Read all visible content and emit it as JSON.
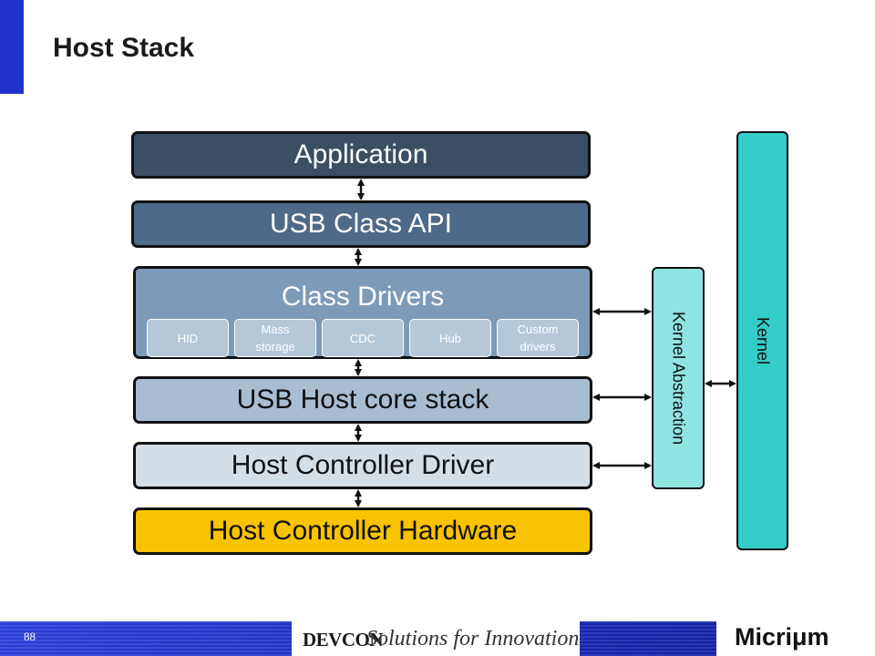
{
  "slide": {
    "title": "Host Stack",
    "page_number": "88"
  },
  "stack": {
    "application": "Application",
    "usb_class_api": "USB Class API",
    "class_drivers": {
      "label": "Class Drivers",
      "items": [
        "HID",
        "Mass\nstorage",
        "CDC",
        "Hub",
        "Custom\ndrivers"
      ]
    },
    "usb_host_core": "USB Host core stack",
    "host_controller_driver": "Host Controller Driver",
    "host_controller_hardware": "Host Controller Hardware"
  },
  "kernel_abstraction": "Kernel Abstraction",
  "kernel": "Kernel",
  "footer": {
    "devcon_brand": "DEVCON",
    "devcon_tagline": "Solutions for Innovation",
    "company": "Micriμm"
  },
  "colors": {
    "accent": "#2233cc",
    "application": "#3b4e63",
    "usb_class_api": "#4d6a88",
    "class_drivers": "#7c9bb9",
    "usb_host_core": "#a9bdd1",
    "host_controller_driver": "#d4dee7",
    "host_controller_hardware": "#f8c300",
    "kernel_abstraction": "#8fe5e2",
    "kernel": "#33ccc8"
  }
}
